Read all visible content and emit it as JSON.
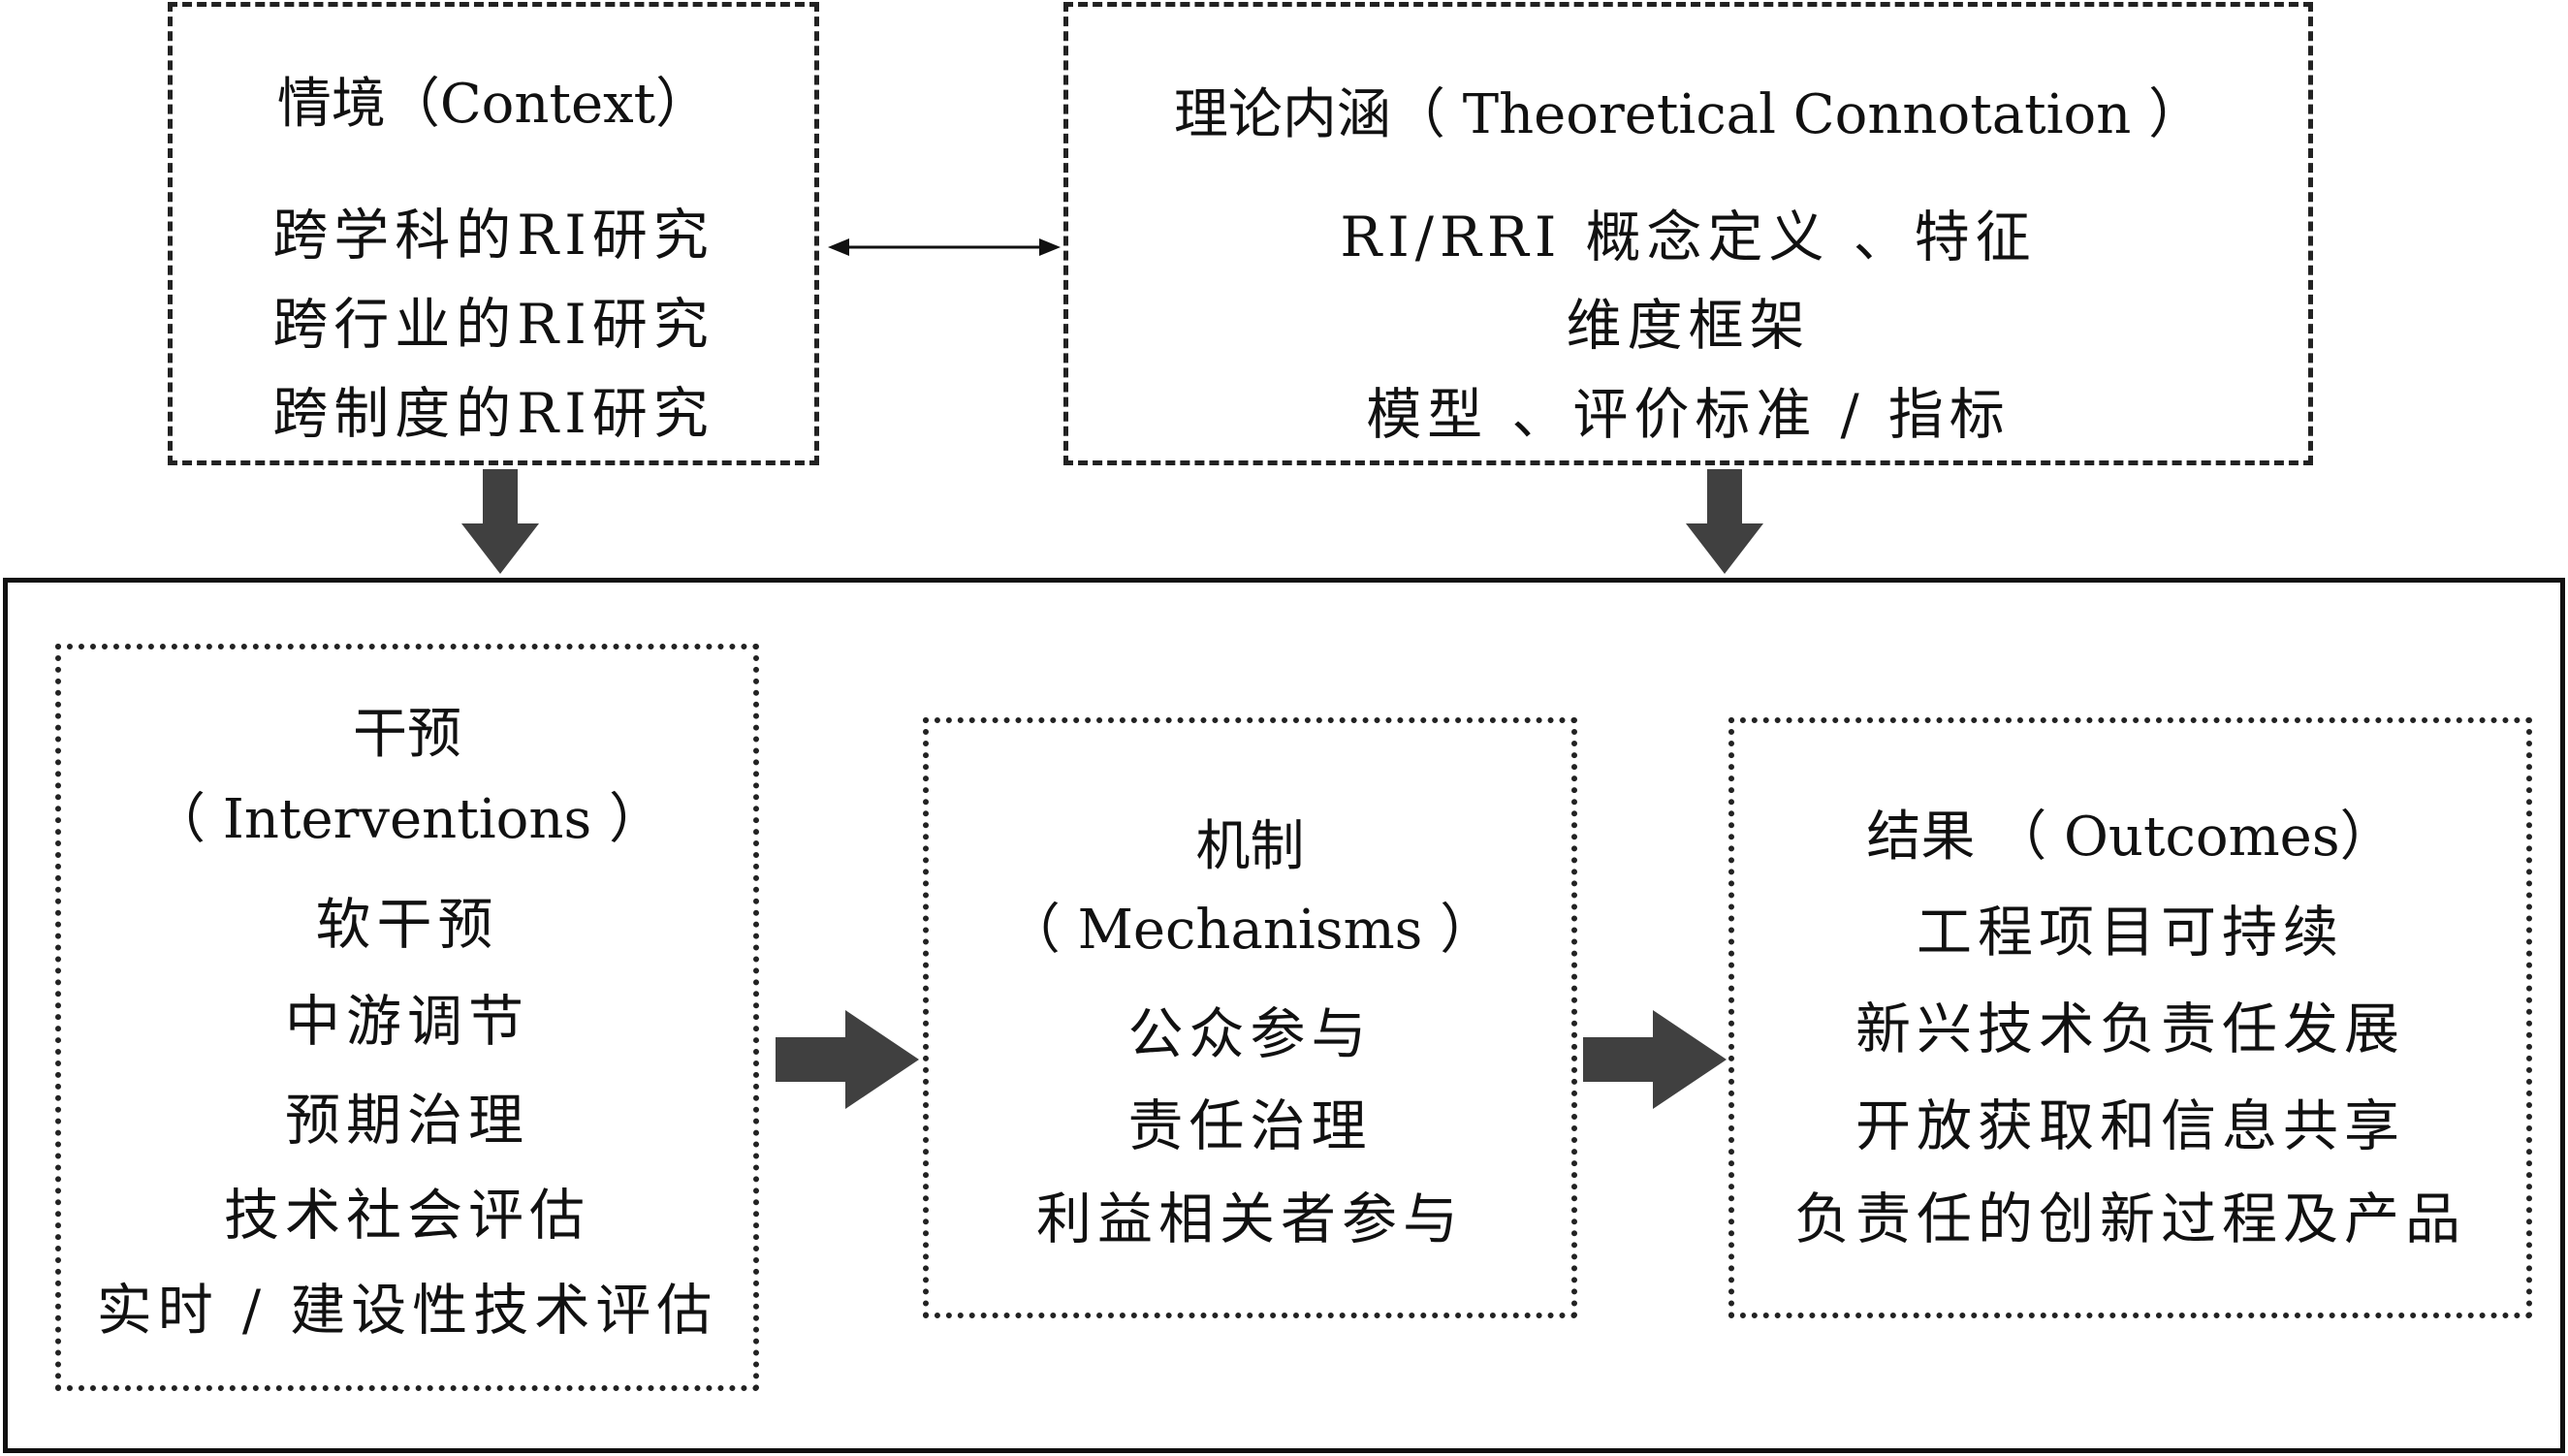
{
  "context": {
    "title": "情境（Context）",
    "items": [
      "跨学科的RI研究",
      "跨行业的RI研究",
      "跨制度的RI研究"
    ]
  },
  "theory": {
    "title": "理论内涵（ Theoretical Connotation ）",
    "items": [
      "RI/RRI 概念定义 、特征",
      "维度框架",
      "模型 、评价标准 / 指标"
    ]
  },
  "interventions": {
    "title_cn": "干预",
    "title_en": "（ Interventions ）",
    "items": [
      "软干预",
      "中游调节",
      "预期治理",
      "技术社会评估",
      "实时 / 建设性技术评估"
    ]
  },
  "mechanisms": {
    "title_cn": "机制",
    "title_en": "（ Mechanisms ）",
    "items": [
      "公众参与",
      "责任治理",
      "利益相关者参与"
    ]
  },
  "outcomes": {
    "title": "结果 （ Outcomes）",
    "items": [
      "工程项目可持续",
      "新兴技术负责任发展",
      "开放获取和信息共享",
      "负责任的创新过程及产品"
    ]
  },
  "colors": {
    "arrow": "#404040",
    "border": "#222222"
  }
}
